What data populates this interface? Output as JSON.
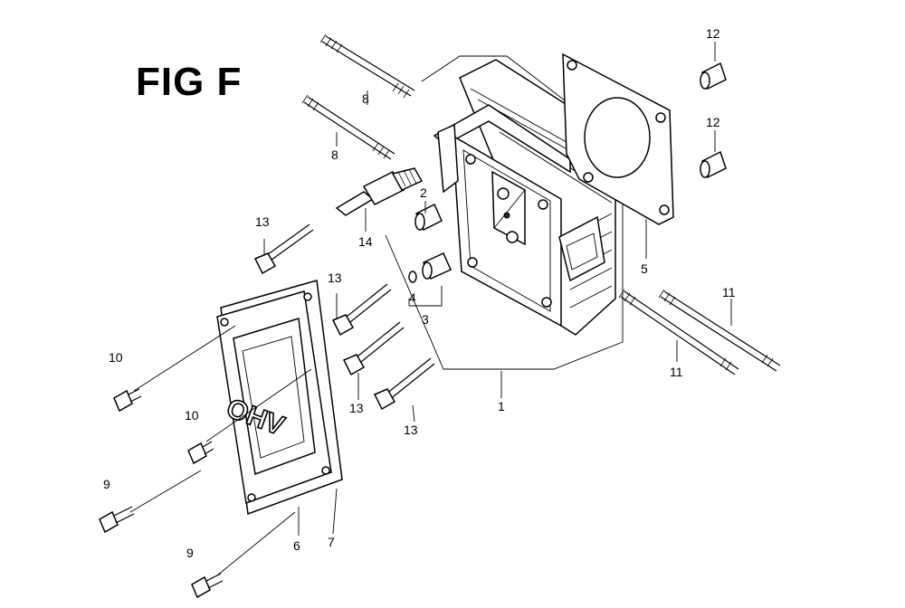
{
  "figure": {
    "title": "FIG F",
    "embossed_text": "OHV"
  },
  "callouts": {
    "c1": "1",
    "c2": "2",
    "c3": "3",
    "c4": "4",
    "c5": "5",
    "c6": "6",
    "c7": "7",
    "c8a": "8",
    "c8b": "8",
    "c9a": "9",
    "c9b": "9",
    "c10a": "10",
    "c10b": "10",
    "c11a": "11",
    "c11b": "11",
    "c12a": "12",
    "c12b": "12",
    "c13a": "13",
    "c13b": "13",
    "c13c": "13",
    "c13d": "13",
    "c14": "14"
  }
}
